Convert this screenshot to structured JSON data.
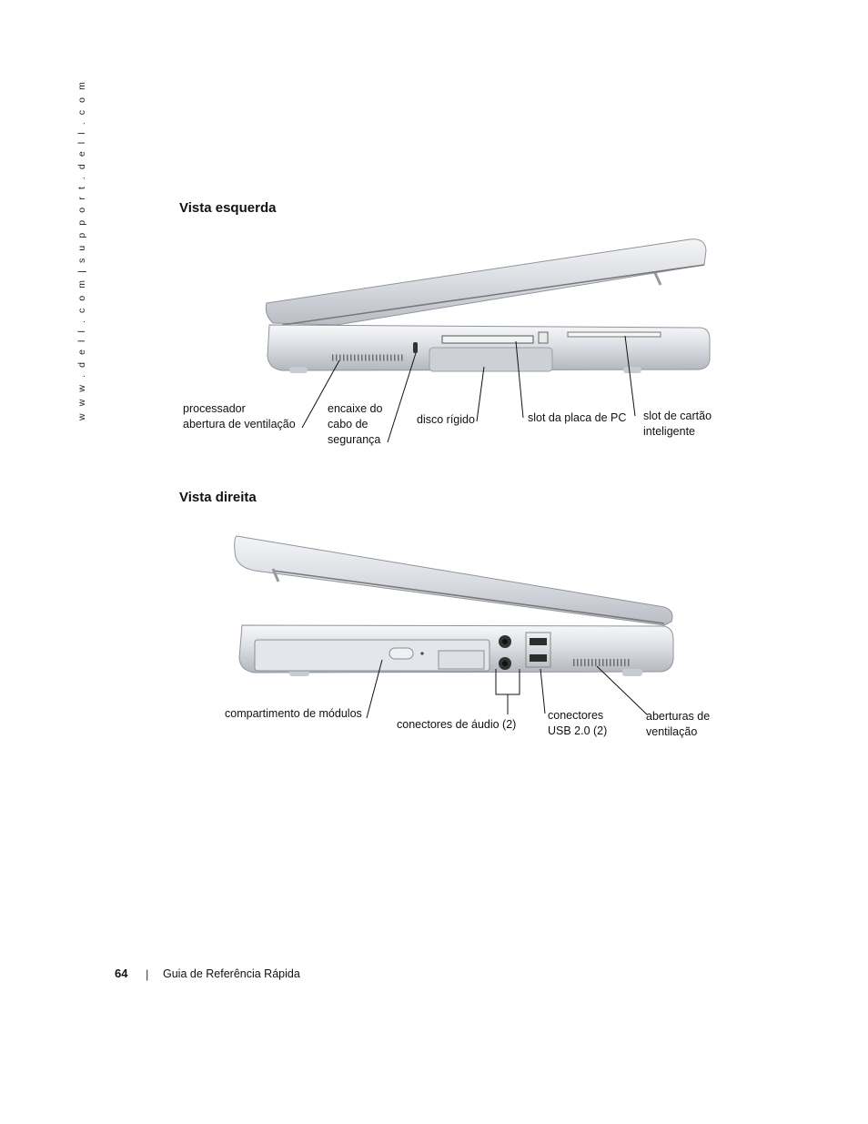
{
  "side_url": "w w w . d e l l . c o m   |   s u p p o r t . d e l l . c o m",
  "sections": {
    "left_view": {
      "title": "Vista esquerda",
      "labels": {
        "processor_vent": [
          "processador",
          "abertura de ventilação"
        ],
        "security_slot": [
          "encaixe do",
          "cabo de",
          "segurança"
        ],
        "hard_drive": "disco rígido",
        "pc_card_slot": "slot da placa de PC",
        "smart_card_slot": [
          "slot de cartão",
          "inteligente"
        ]
      }
    },
    "right_view": {
      "title": "Vista direita",
      "labels": {
        "module_bay": "compartimento de módulos",
        "audio_connectors": "conectores de áudio (2)",
        "usb_connectors": [
          "conectores",
          "USB 2.0 (2)"
        ],
        "air_vents": [
          "aberturas de",
          "ventilação"
        ]
      }
    }
  },
  "footer": {
    "page_number": "64",
    "separator": "|",
    "title": "Guia de Referência Rápida"
  }
}
